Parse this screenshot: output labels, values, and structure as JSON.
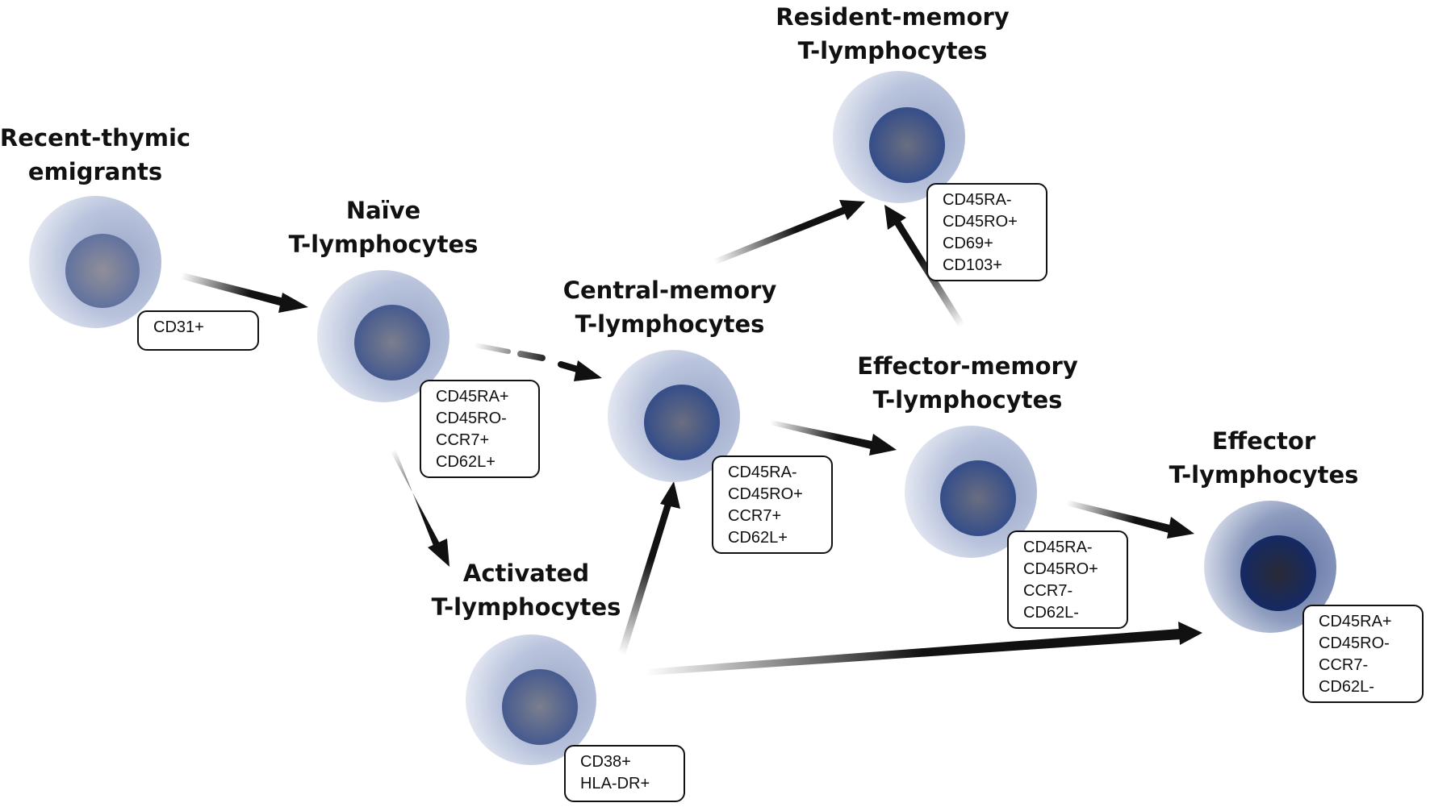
{
  "colors": {
    "outer_light": "#eef1f7",
    "outer_dark": "#8d9bbe",
    "arrow": "#111111",
    "effector_core": "#0c1d52"
  },
  "cells": {
    "recent_thymic": {
      "title": [
        "Recent-thymic",
        "emigrants"
      ],
      "markers": [
        "CD31+"
      ]
    },
    "naive": {
      "title": [
        "Naïve",
        "T-lymphocytes"
      ],
      "markers": [
        "CD45RA+",
        "CD45RO-",
        "CCR7+",
        "CD62L+"
      ]
    },
    "activated": {
      "title": [
        "Activated",
        "T-lymphocytes"
      ],
      "markers": [
        "CD38+",
        "HLA-DR+"
      ]
    },
    "central_memory": {
      "title": [
        "Central-memory",
        "T-lymphocytes"
      ],
      "markers": [
        "CD45RA-",
        "CD45RO+",
        "CCR7+",
        "CD62L+"
      ]
    },
    "resident_memory": {
      "title": [
        "Resident-memory",
        "T-lymphocytes"
      ],
      "markers": [
        "CD45RA-",
        "CD45RO+",
        "CD69+",
        "CD103+"
      ]
    },
    "effector_memory": {
      "title": [
        "Effector-memory",
        "T-lymphocytes"
      ],
      "markers": [
        "CD45RA-",
        "CD45RO+",
        "CCR7-",
        "CD62L-"
      ]
    },
    "effector": {
      "title": [
        "Effector",
        "T-lymphocytes"
      ],
      "markers": [
        "CD45RA+",
        "CD45RO-",
        "CCR7-",
        "CD62L-"
      ]
    }
  },
  "arrows": [
    {
      "from": "recent_thymic",
      "to": "naive",
      "style": "solid"
    },
    {
      "from": "naive",
      "to": "central_memory",
      "style": "dashed"
    },
    {
      "from": "naive",
      "to": "activated",
      "style": "solid"
    },
    {
      "from": "activated",
      "to": "central_memory",
      "style": "solid"
    },
    {
      "from": "activated",
      "to": "effector",
      "style": "solid"
    },
    {
      "from": "central_memory",
      "to": "effector_memory",
      "style": "solid"
    },
    {
      "from": "central_memory",
      "to": "resident_memory",
      "style": "solid"
    },
    {
      "from": "effector_memory",
      "to": "resident_memory",
      "style": "solid"
    },
    {
      "from": "effector_memory",
      "to": "effector",
      "style": "solid"
    }
  ]
}
